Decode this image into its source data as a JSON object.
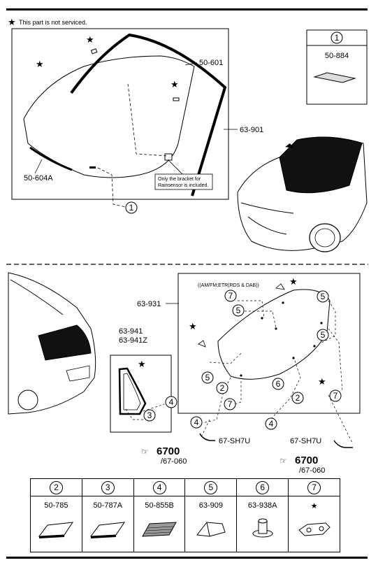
{
  "note": {
    "star": "★",
    "text": "This part is not serviced."
  },
  "callouts": {
    "c1": "1",
    "c2": "2",
    "c3": "3",
    "c4": "4",
    "c5": "5",
    "c6": "6",
    "c7": "7"
  },
  "windshield": {
    "moulding_upper": "50-601",
    "glass": "63-901",
    "moulding_lower": "50-604A",
    "bracket_note_line1": "Only the bracket for",
    "bracket_note_line2": "Rainsensor is included."
  },
  "inset1": {
    "callout": "1",
    "part": "50-884"
  },
  "rear": {
    "glass": "63-931",
    "antenna_note": "((AM/FM;ETR(RDS & DAB))",
    "quarter_glass_1": "63-941",
    "quarter_glass_2": "63-941Z",
    "harness_left": "67-SH7U",
    "harness_right": "67-SH7U",
    "ref_left_main": "6700",
    "ref_left_sub": "/67-060",
    "ref_right_main": "6700",
    "ref_right_sub": "/67-060"
  },
  "parts_table": [
    {
      "callout": "2",
      "part": "50-785",
      "icon": "spacer-strip-icon"
    },
    {
      "callout": "3",
      "part": "50-787A",
      "icon": "spacer-strip-icon"
    },
    {
      "callout": "4",
      "part": "50-855B",
      "icon": "adhesive-pad-icon"
    },
    {
      "callout": "5",
      "part": "63-909",
      "icon": "stopper-block-icon"
    },
    {
      "callout": "6",
      "part": "63-938A",
      "icon": "clip-icon"
    },
    {
      "callout": "7",
      "part": "★",
      "icon": "bracket-icon"
    }
  ]
}
